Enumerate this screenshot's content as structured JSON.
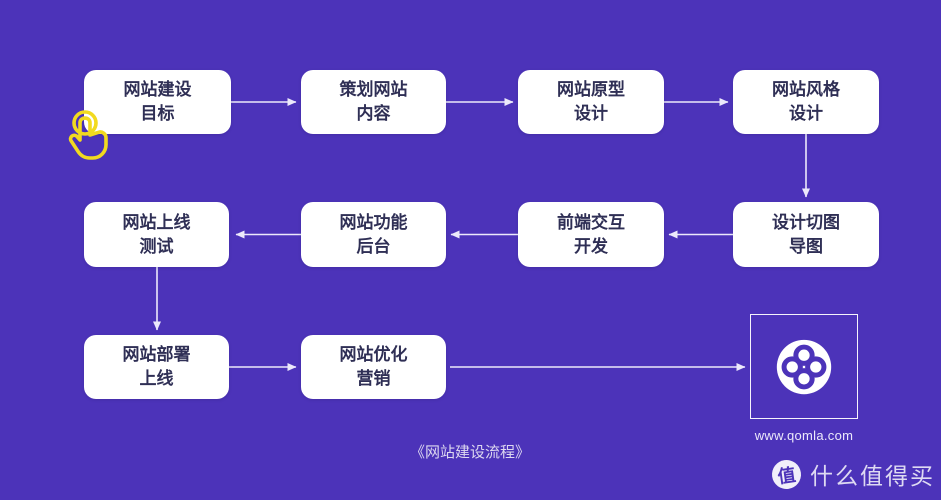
{
  "colors": {
    "background": "#4c33b9",
    "node_fill": "#ffffff",
    "node_text": "#2f2f55",
    "connector": "#ece9fb",
    "hand_icon": "#f2da1f",
    "logo_purple": "#4c33b9"
  },
  "flowchart": {
    "caption": "《网站建设流程》",
    "nodes": [
      {
        "id": "goal",
        "label": "网站建设\n目标"
      },
      {
        "id": "plan-content",
        "label": "策划网站\n内容"
      },
      {
        "id": "prototype-design",
        "label": "网站原型\n设计"
      },
      {
        "id": "style-design",
        "label": "网站风格\n设计"
      },
      {
        "id": "design-slicing",
        "label": "设计切图\n导图"
      },
      {
        "id": "frontend-dev",
        "label": "前端交互\n开发"
      },
      {
        "id": "backend-features",
        "label": "网站功能\n后台"
      },
      {
        "id": "online-testing",
        "label": "网站上线\n测试"
      },
      {
        "id": "deploy-online",
        "label": "网站部署\n上线"
      },
      {
        "id": "optimize-marketing",
        "label": "网站优化\n营销"
      }
    ],
    "edges": [
      {
        "from": "goal",
        "to": "plan-content"
      },
      {
        "from": "plan-content",
        "to": "prototype-design"
      },
      {
        "from": "prototype-design",
        "to": "style-design"
      },
      {
        "from": "style-design",
        "to": "design-slicing"
      },
      {
        "from": "design-slicing",
        "to": "frontend-dev"
      },
      {
        "from": "frontend-dev",
        "to": "backend-features"
      },
      {
        "from": "backend-features",
        "to": "online-testing"
      },
      {
        "from": "online-testing",
        "to": "deploy-online"
      },
      {
        "from": "deploy-online",
        "to": "optimize-marketing"
      },
      {
        "from": "optimize-marketing",
        "to": "qomla-logo"
      }
    ]
  },
  "logo": {
    "site_url": "www.qomla.com"
  },
  "watermark": {
    "badge_glyph": "值",
    "brand": "什么值得买"
  }
}
